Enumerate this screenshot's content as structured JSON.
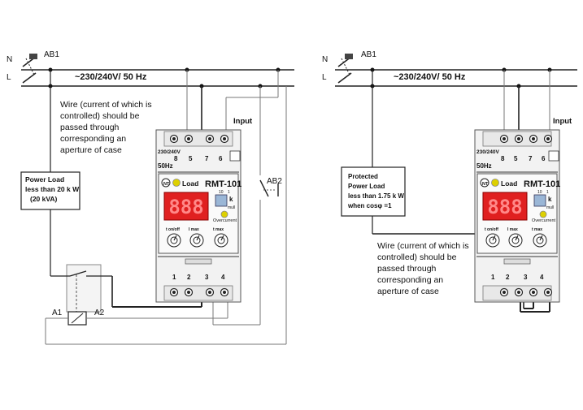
{
  "left": {
    "line_n": "N",
    "line_l": "L",
    "breaker_main": "AB1",
    "supply_label": "~230/240V/ 50 Hz",
    "note": [
      "Wire (current of which is",
      "controlled) should be",
      "passed through",
      "corresponding an",
      "aperture of case"
    ],
    "load_box": [
      "Power Load",
      "less than 20 k W",
      "(20 kVA)"
    ],
    "breaker_aux": "AB2",
    "contactor_coil_a1": "A1",
    "contactor_coil_a2": "A2",
    "input_label": "Input"
  },
  "right": {
    "line_n": "N",
    "line_l": "L",
    "breaker_main": "AB1",
    "supply_label": "~230/240V/ 50 Hz",
    "note": [
      "Wire (current of which is",
      "controlled) should be",
      "passed through",
      "corresponding an",
      "aperture of case"
    ],
    "load_box": [
      "Protected",
      "Power Load",
      "less than 1.75 k W",
      "when cosφ =1"
    ],
    "input_label": "Input"
  },
  "device": {
    "model": "RMT-101",
    "logo": "NT",
    "load_led_label": "Load",
    "voltage_rating": "230/240V",
    "frequency": "50Hz",
    "display": "888",
    "overcurrent_label": "Overcurrent",
    "multiplier_top": [
      "10",
      "1"
    ],
    "multiplier_unit": "k",
    "multiplier_sub": "mull",
    "top_terminals": [
      "8",
      "5",
      "7",
      "6"
    ],
    "bottom_terminals": [
      "1",
      "2",
      "3",
      "4"
    ],
    "knob_labels": [
      "t on/off",
      "I max",
      "t max"
    ]
  }
}
